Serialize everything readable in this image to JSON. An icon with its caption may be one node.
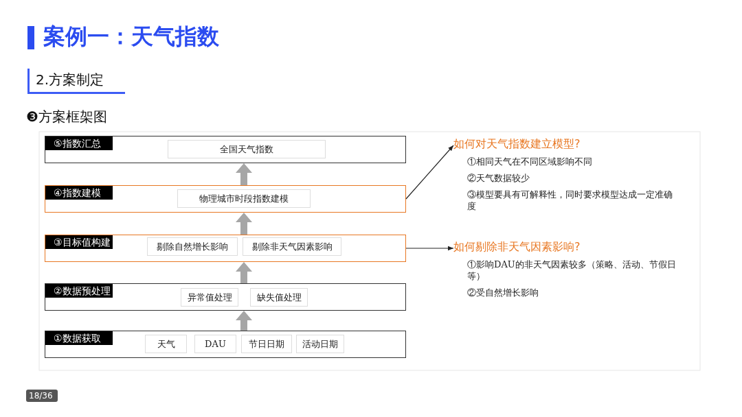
{
  "diagram": {
    "title": "案例一：天气指数",
    "nodes": [
      {
        "text": [
          "⑤指数汇总"
        ]
      },
      {
        "text": [
          "全国天气指数"
        ],
        "in": 0
      },
      {
        "text": [
          "④指数建模"
        ]
      },
      {
        "text": [
          "物理城市时段指数建模"
        ],
        "in": 2
      },
      {
        "text": [
          "③目标值构建"
        ]
      },
      {
        "text": [
          "剔除自然增长影响"
        ],
        "in": 4
      },
      {
        "text": [
          "剔除非天气因素影响"
        ],
        "in": 4
      },
      {
        "text": [
          "②数据预处理"
        ]
      },
      {
        "text": [
          "异常值处理"
        ],
        "in": 7
      },
      {
        "text": [
          "缺失值处理"
        ],
        "in": 7
      },
      {
        "text": [
          "①数据获取"
        ]
      },
      {
        "text": [
          "天气"
        ],
        "in": 10
      },
      {
        "text": [
          "DAU"
        ],
        "in": 10
      },
      {
        "text": [
          "节日日期"
        ],
        "in": 10
      },
      {
        "text": [
          "活动日期"
        ],
        "in": 10
      },
      {
        "text": [
          "如何对天气指数建立模型?",
          "①相同天气在不同区域影响不同",
          "②天气数据较少",
          "③模型要具有可解释性，同时要求模型达成一定准确度"
        ]
      },
      {
        "text": [
          "如何剔除非天气因素影响?",
          "①影响DAU的非天气因素较多（策略、活动、节假日等）",
          "②受自然增长影响"
        ]
      }
    ],
    "edges": [
      {
        "from": 10,
        "to": 7,
        "arrow": "to",
        "style": "thick"
      },
      {
        "from": 7,
        "to": 4,
        "arrow": "to",
        "style": "thick"
      },
      {
        "from": 4,
        "to": 2,
        "arrow": "to",
        "style": "thick"
      },
      {
        "from": 2,
        "to": 0,
        "arrow": "to",
        "style": "thick"
      },
      {
        "from": 2,
        "to": 15,
        "arrow": "to",
        "color": "#222222"
      },
      {
        "from": 4,
        "to": 16,
        "arrow": "to",
        "color": "#222222"
      }
    ],
    "labels": [
      "2.方案制定",
      "❸方案框架图",
      "18/36"
    ]
  }
}
